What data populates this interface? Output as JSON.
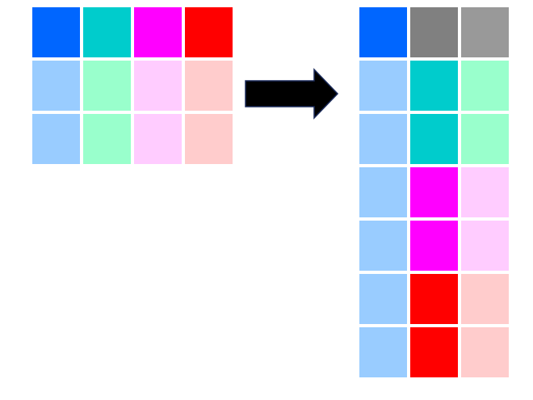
{
  "palette": {
    "blue": "#0066ff",
    "teal": "#00cccc",
    "magenta": "#ff00ff",
    "red": "#ff0000",
    "light_blue": "#99ccff",
    "light_teal": "#99ffcc",
    "light_magenta": "#ffccff",
    "light_red": "#ffcccc",
    "dark_gray": "#808080",
    "gray": "#999999"
  },
  "arrow_color": "#000000",
  "wide_table": {
    "rows": [
      [
        "blue",
        "teal",
        "magenta",
        "red"
      ],
      [
        "light_blue",
        "light_teal",
        "light_magenta",
        "light_red"
      ],
      [
        "light_blue",
        "light_teal",
        "light_magenta",
        "light_red"
      ]
    ]
  },
  "long_table": {
    "rows": [
      [
        "blue",
        "dark_gray",
        "gray"
      ],
      [
        "light_blue",
        "teal",
        "light_teal"
      ],
      [
        "light_blue",
        "teal",
        "light_teal"
      ],
      [
        "light_blue",
        "magenta",
        "light_magenta"
      ],
      [
        "light_blue",
        "magenta",
        "light_magenta"
      ],
      [
        "light_blue",
        "red",
        "light_red"
      ],
      [
        "light_blue",
        "red",
        "light_red"
      ]
    ]
  }
}
